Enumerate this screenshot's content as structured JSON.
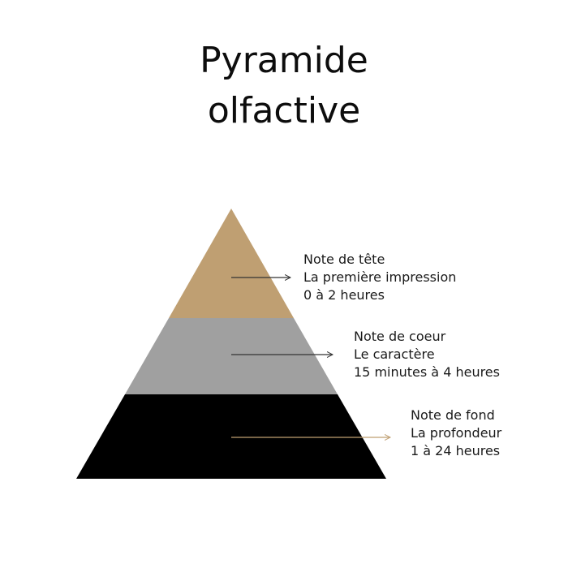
{
  "title": {
    "line1": "Pyramide",
    "line2": "olfactive"
  },
  "colors": {
    "top": "#bf9f72",
    "middle": "#a0a0a0",
    "base": "#000000",
    "arrow_top": "#333333",
    "arrow_middle": "#333333",
    "arrow_base": "#bf9f72"
  },
  "notes": [
    {
      "name": "Note de tête",
      "description": "La première impression",
      "duration": "0 à 2 heures"
    },
    {
      "name": "Note de coeur",
      "description": "Le caractère",
      "duration": "15 minutes à 4 heures"
    },
    {
      "name": "Note de fond",
      "description": "La profondeur",
      "duration": "1 à 24 heures"
    }
  ]
}
